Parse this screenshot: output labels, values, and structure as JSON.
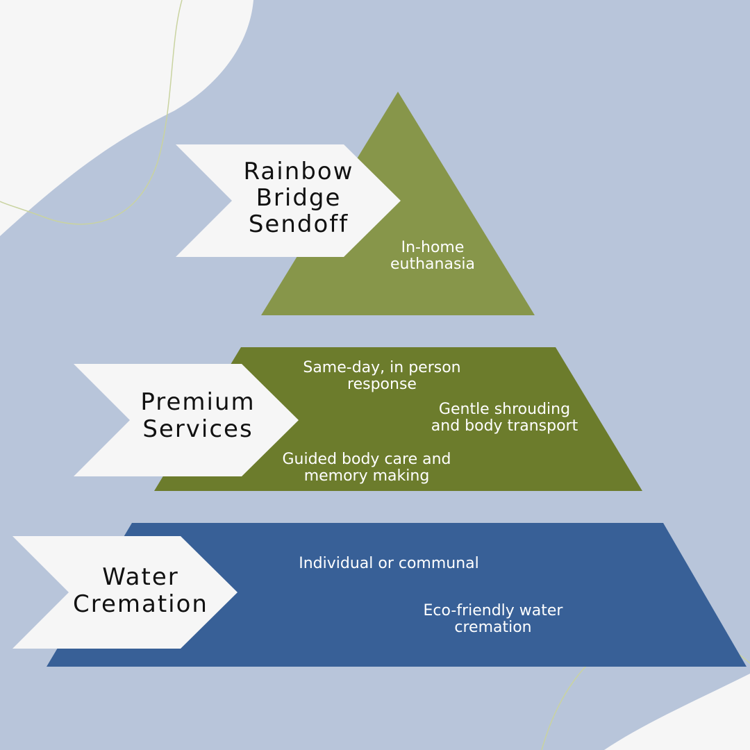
{
  "tiers": [
    {
      "label": [
        "Rainbow",
        "Bridge",
        "Sendoff"
      ],
      "color": "#87964a",
      "items": [
        [
          "In-home",
          "euthanasia"
        ]
      ]
    },
    {
      "label": [
        "Premium",
        "Services"
      ],
      "color": "#6c7c2c",
      "items": [
        [
          "Same-day, in person",
          "response"
        ],
        [
          "Gentle shrouding",
          "and body transport"
        ],
        [
          "Guided body care and",
          "memory making"
        ]
      ]
    },
    {
      "label": [
        "Water",
        "Cremation"
      ],
      "color": "#386097",
      "items": [
        [
          "Individual or communal"
        ],
        [
          "Eco-friendly water",
          "cremation"
        ]
      ]
    }
  ],
  "colors": {
    "background": "#b8c5da",
    "blob": "#f6f6f6",
    "arrow": "#f6f6f6",
    "curve": "#c9d3a0",
    "item_text": "#ffffff",
    "label_text": "#111111"
  }
}
